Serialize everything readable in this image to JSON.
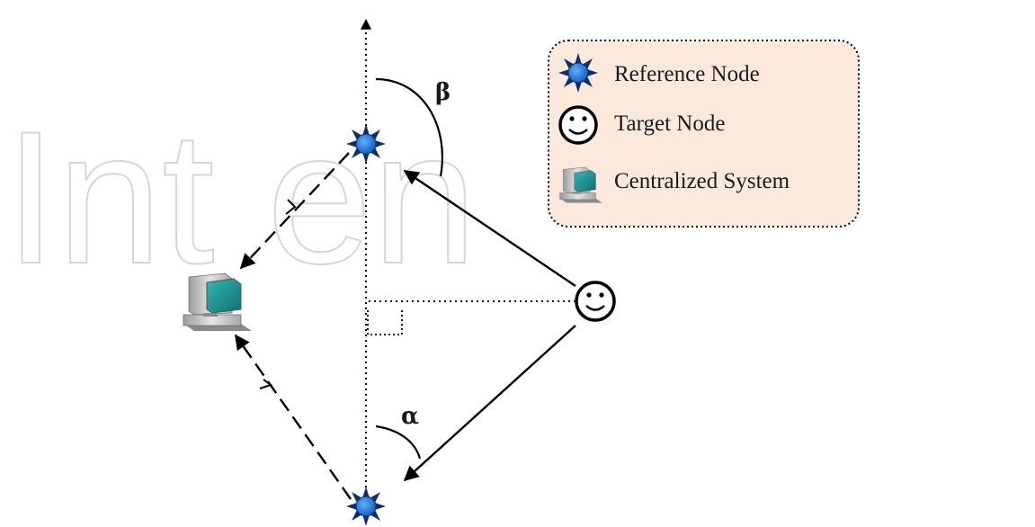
{
  "angle_labels": {
    "beta": "β",
    "alpha": "α"
  },
  "legend": {
    "items": [
      {
        "icon": "star-burst-icon",
        "label": "Reference Node"
      },
      {
        "icon": "smiley-face-icon",
        "label": "Target Node"
      },
      {
        "icon": "computer-icon",
        "label": "Centralized System"
      }
    ]
  },
  "colors": {
    "reference_node": "#1a6fd1",
    "reference_node_star": "#0d2e6b",
    "legend_fill": "#fbe9dc",
    "computer_screen": "#1b8c8e",
    "computer_body": "#b5b5b5",
    "watermark": "#d0d0d0"
  }
}
